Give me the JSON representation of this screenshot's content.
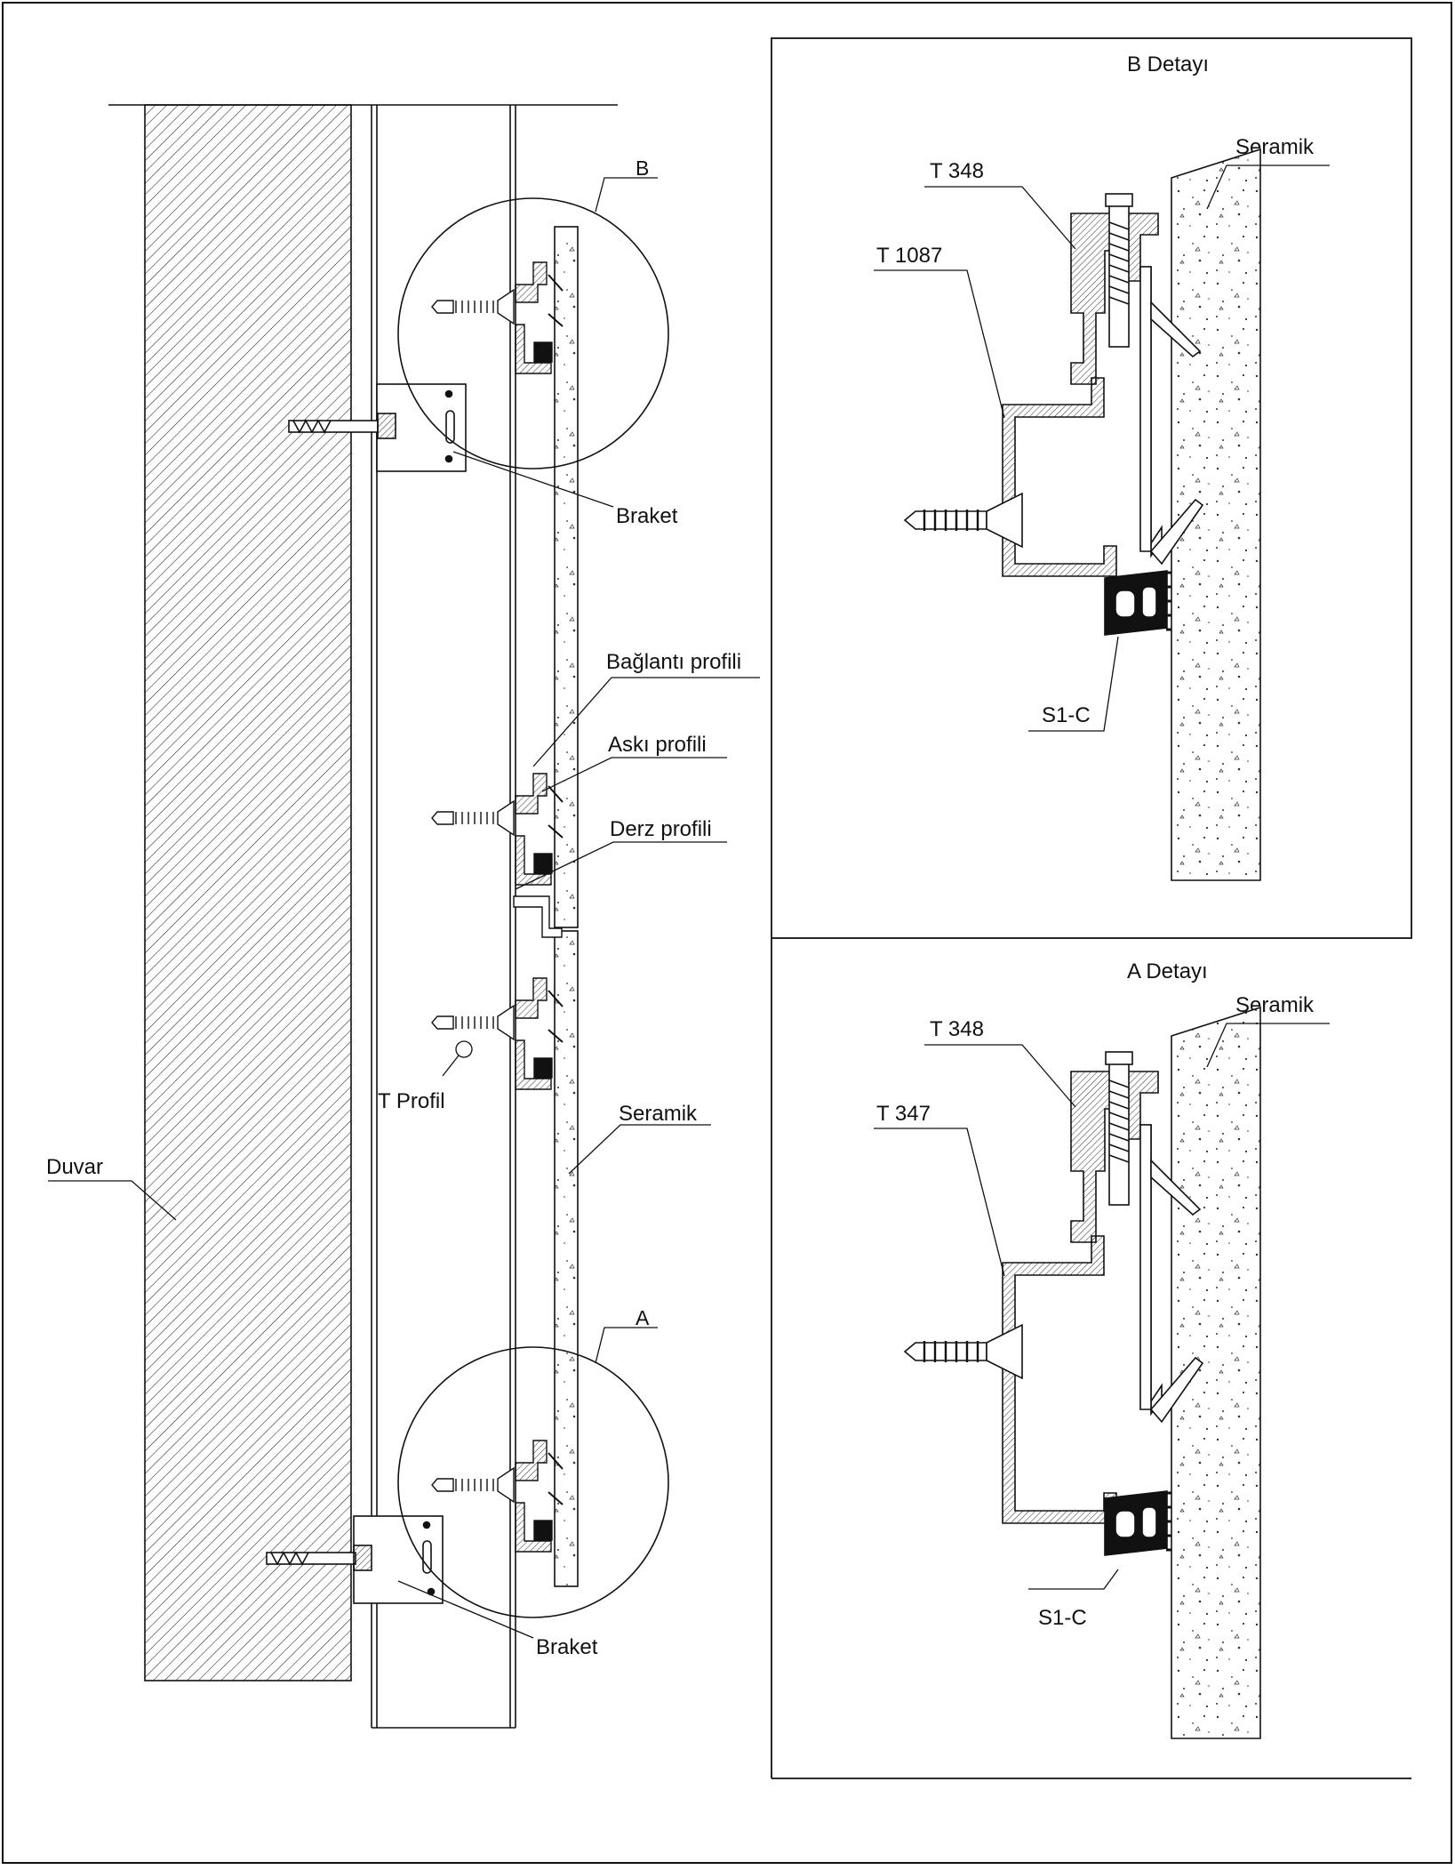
{
  "labels": {
    "b_marker": "B",
    "a_marker": "A",
    "braket_top": "Braket",
    "braket_bottom": "Braket",
    "baglanti": "Bağlantı profili",
    "aski": "Askı profili",
    "derz": "Derz profili",
    "t_profil": "T Profil",
    "seramik_main": "Seramik",
    "duvar": "Duvar"
  },
  "detail_b": {
    "title": "B Detayı",
    "seramik": "Seramik",
    "t348": "T 348",
    "t_profile": "T 1087",
    "s1c": "S1-C"
  },
  "detail_a": {
    "title": "A Detayı",
    "seramik": "Seramik",
    "t348": "T 348",
    "t_profile": "T 347",
    "s1c": "S1-C"
  },
  "colors": {
    "line": "#111111",
    "background": "#ffffff"
  }
}
